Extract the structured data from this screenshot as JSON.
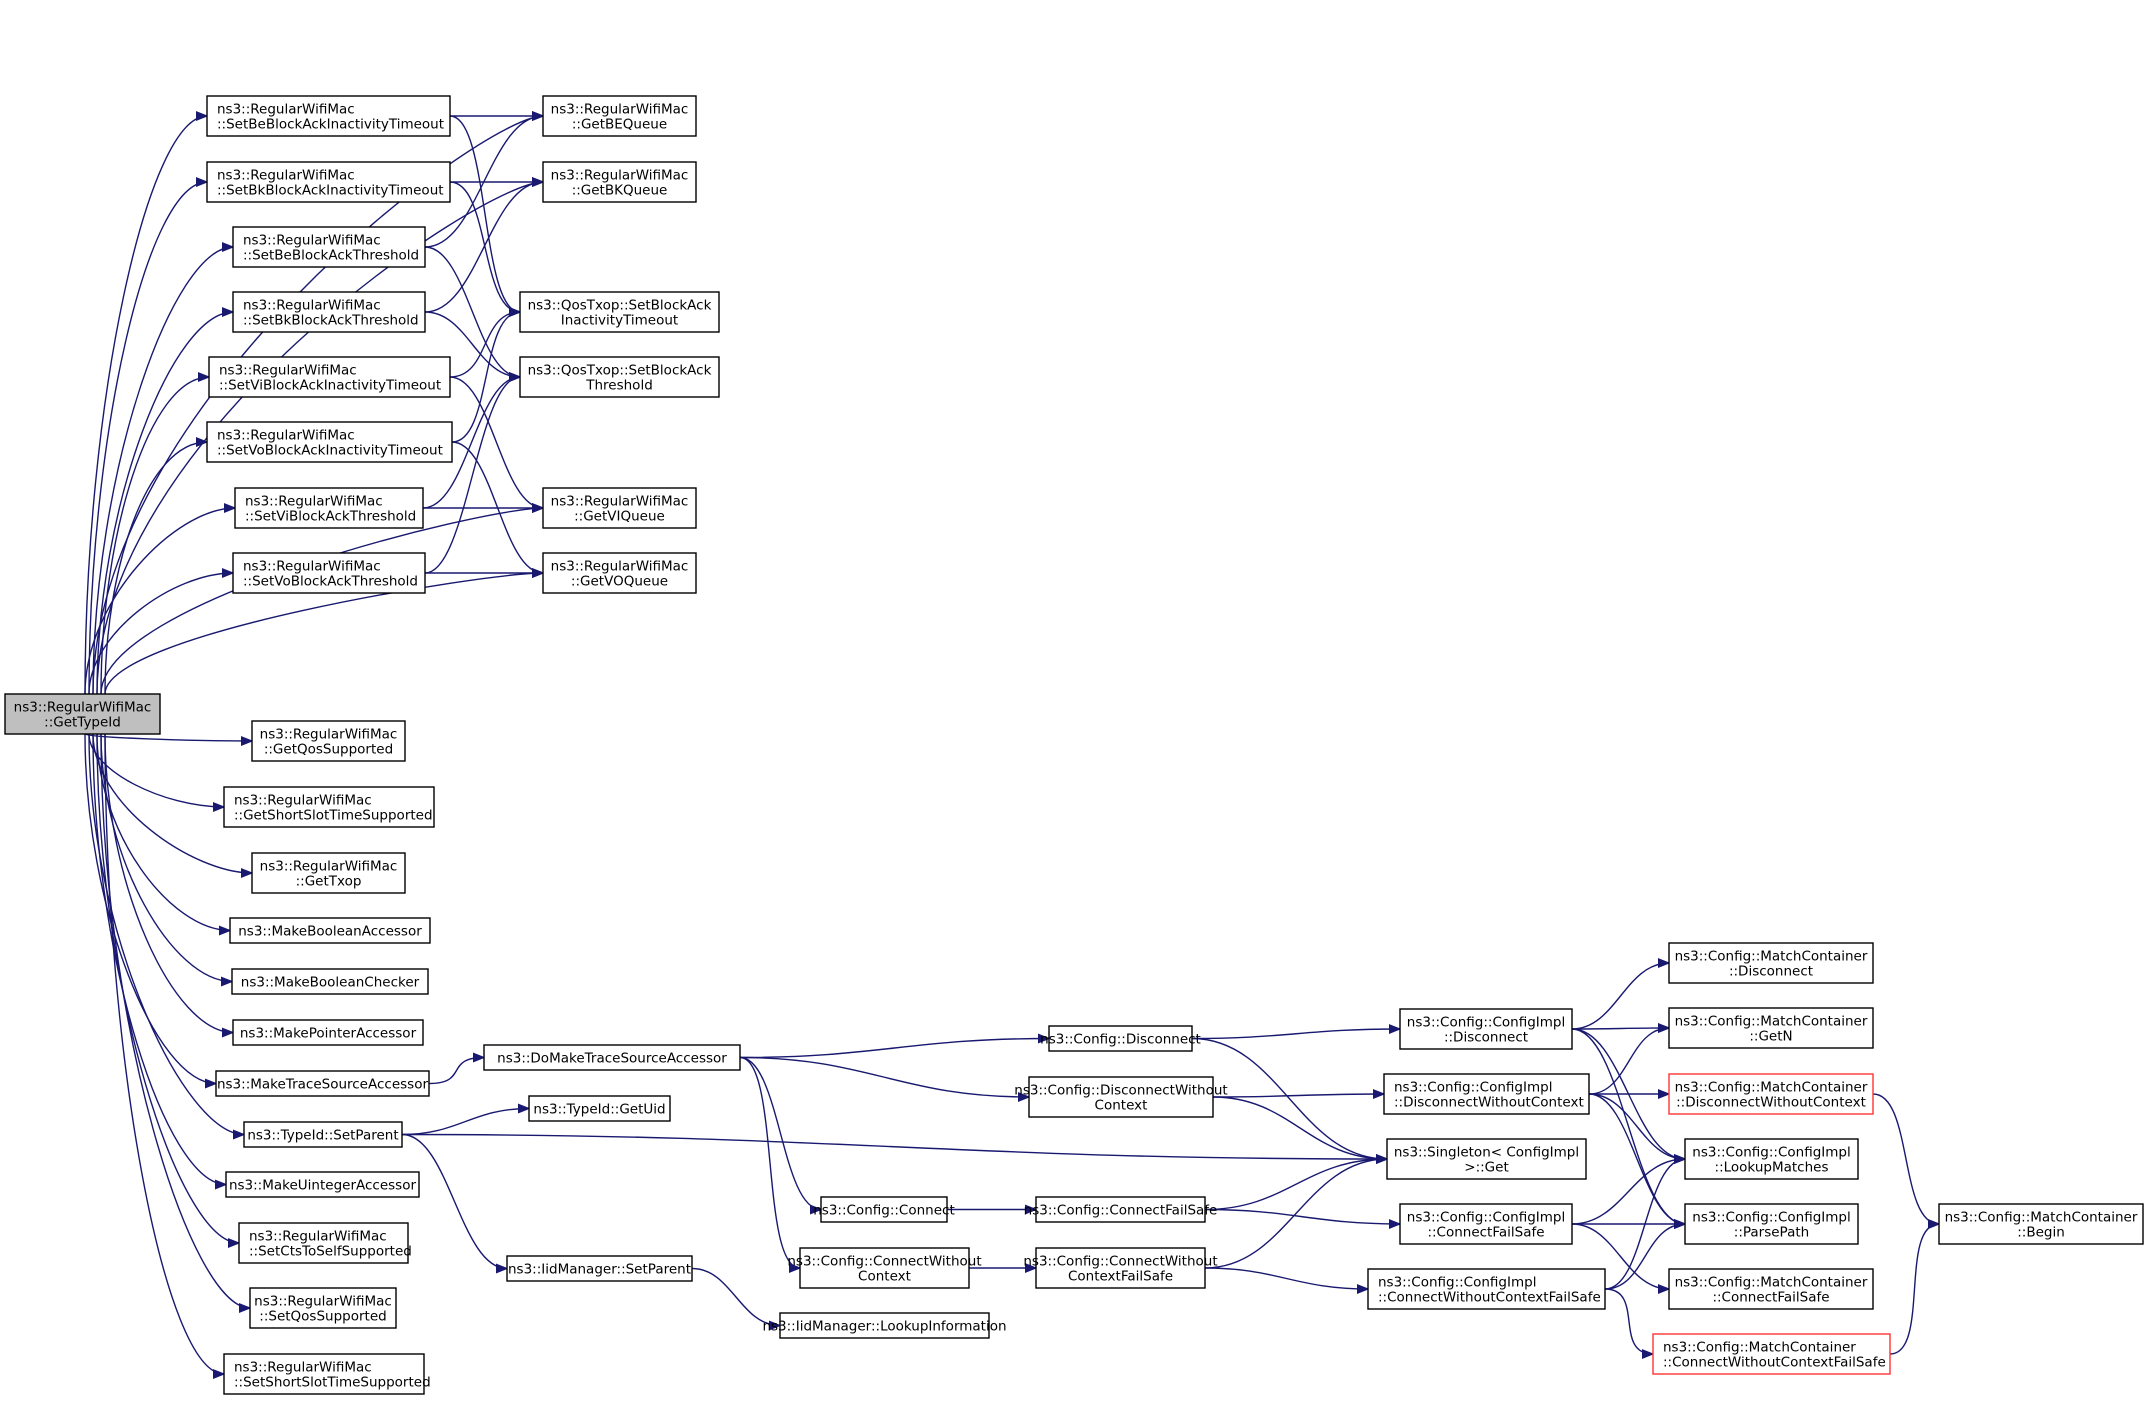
{
  "diagram": {
    "title": "ns3::RegularWifiMac::GetTypeId call graph",
    "colors": {
      "edge": "#191970",
      "root_fill": "#bfbfbf",
      "truncated_border": "#ff3333",
      "node_border": "#000000"
    },
    "nodes": [
      {
        "id": "root",
        "lines": [
          "ns3::RegularWifiMac",
          "::GetTypeId"
        ],
        "root": true,
        "align": "center"
      },
      {
        "id": "setBeInact",
        "lines": [
          "ns3::RegularWifiMac",
          "::SetBeBlockAckInactivityTimeout"
        ],
        "align": "left"
      },
      {
        "id": "setBkInact",
        "lines": [
          "ns3::RegularWifiMac",
          "::SetBkBlockAckInactivityTimeout"
        ],
        "align": "left"
      },
      {
        "id": "setBeThr",
        "lines": [
          "ns3::RegularWifiMac",
          "::SetBeBlockAckThreshold"
        ],
        "align": "left"
      },
      {
        "id": "setBkThr",
        "lines": [
          "ns3::RegularWifiMac",
          "::SetBkBlockAckThreshold"
        ],
        "align": "left"
      },
      {
        "id": "setViInact",
        "lines": [
          "ns3::RegularWifiMac",
          "::SetViBlockAckInactivityTimeout"
        ],
        "align": "left"
      },
      {
        "id": "setVoInact",
        "lines": [
          "ns3::RegularWifiMac",
          "::SetVoBlockAckInactivityTimeout"
        ],
        "align": "left"
      },
      {
        "id": "setViThr",
        "lines": [
          "ns3::RegularWifiMac",
          "::SetViBlockAckThreshold"
        ],
        "align": "left"
      },
      {
        "id": "setVoThr",
        "lines": [
          "ns3::RegularWifiMac",
          "::SetVoBlockAckThreshold"
        ],
        "align": "left"
      },
      {
        "id": "getBE",
        "lines": [
          "ns3::RegularWifiMac",
          "::GetBEQueue"
        ],
        "align": "center"
      },
      {
        "id": "getBK",
        "lines": [
          "ns3::RegularWifiMac",
          "::GetBKQueue"
        ],
        "align": "center"
      },
      {
        "id": "qosInact",
        "lines": [
          "ns3::QosTxop::SetBlockAck",
          "InactivityTimeout"
        ],
        "align": "center"
      },
      {
        "id": "qosThr",
        "lines": [
          "ns3::QosTxop::SetBlockAck",
          "Threshold"
        ],
        "align": "center"
      },
      {
        "id": "getVI",
        "lines": [
          "ns3::RegularWifiMac",
          "::GetVIQueue"
        ],
        "align": "center"
      },
      {
        "id": "getVO",
        "lines": [
          "ns3::RegularWifiMac",
          "::GetVOQueue"
        ],
        "align": "center"
      },
      {
        "id": "getQos",
        "lines": [
          "ns3::RegularWifiMac",
          "::GetQosSupported"
        ],
        "align": "center"
      },
      {
        "id": "getShort",
        "lines": [
          "ns3::RegularWifiMac",
          "::GetShortSlotTimeSupported"
        ],
        "align": "left"
      },
      {
        "id": "getTxop",
        "lines": [
          "ns3::RegularWifiMac",
          "::GetTxop"
        ],
        "align": "center"
      },
      {
        "id": "mkBoolAcc",
        "lines": [
          "ns3::MakeBooleanAccessor"
        ],
        "align": "center"
      },
      {
        "id": "mkBoolChk",
        "lines": [
          "ns3::MakeBooleanChecker"
        ],
        "align": "center"
      },
      {
        "id": "mkPtrAcc",
        "lines": [
          "ns3::MakePointerAccessor"
        ],
        "align": "center"
      },
      {
        "id": "mkTraceAcc",
        "lines": [
          "ns3::MakeTraceSourceAccessor"
        ],
        "align": "center"
      },
      {
        "id": "setParent",
        "lines": [
          "ns3::TypeId::SetParent"
        ],
        "align": "center"
      },
      {
        "id": "mkUintAcc",
        "lines": [
          "ns3::MakeUintegerAccessor"
        ],
        "align": "center"
      },
      {
        "id": "setCts",
        "lines": [
          "ns3::RegularWifiMac",
          "::SetCtsToSelfSupported"
        ],
        "align": "left"
      },
      {
        "id": "setQos",
        "lines": [
          "ns3::RegularWifiMac",
          "::SetQosSupported"
        ],
        "align": "center"
      },
      {
        "id": "setShort",
        "lines": [
          "ns3::RegularWifiMac",
          "::SetShortSlotTimeSupported"
        ],
        "align": "left"
      },
      {
        "id": "doMkTrace",
        "lines": [
          "ns3::DoMakeTraceSourceAccessor"
        ],
        "align": "center"
      },
      {
        "id": "getUid",
        "lines": [
          "ns3::TypeId::GetUid"
        ],
        "align": "center"
      },
      {
        "id": "iidSetParent",
        "lines": [
          "ns3::IidManager::SetParent"
        ],
        "align": "center"
      },
      {
        "id": "iidLookup",
        "lines": [
          "ns3::IidManager::LookupInformation"
        ],
        "align": "center"
      },
      {
        "id": "cfgDisconnect",
        "lines": [
          "ns3::Config::Disconnect"
        ],
        "align": "center"
      },
      {
        "id": "cfgDisWoCtx",
        "lines": [
          "ns3::Config::DisconnectWithout",
          "Context"
        ],
        "align": "center"
      },
      {
        "id": "cfgConnect",
        "lines": [
          "ns3::Config::Connect"
        ],
        "align": "center"
      },
      {
        "id": "cfgConnWoCtx",
        "lines": [
          "ns3::Config::ConnectWithout",
          "Context"
        ],
        "align": "center"
      },
      {
        "id": "cfgConnFS",
        "lines": [
          "ns3::Config::ConnectFailSafe"
        ],
        "align": "center"
      },
      {
        "id": "cfgConnWoCtxFS",
        "lines": [
          "ns3::Config::ConnectWithout",
          "ContextFailSafe"
        ],
        "align": "center"
      },
      {
        "id": "implDisconnect",
        "lines": [
          "ns3::Config::ConfigImpl",
          "::Disconnect"
        ],
        "align": "center"
      },
      {
        "id": "implDisWoCtx",
        "lines": [
          "ns3::Config::ConfigImpl",
          "::DisconnectWithoutContext"
        ],
        "align": "left"
      },
      {
        "id": "singletonGet",
        "lines": [
          "ns3::Singleton< ConfigImpl",
          ">::Get"
        ],
        "align": "center"
      },
      {
        "id": "implConnFS",
        "lines": [
          "ns3::Config::ConfigImpl",
          "::ConnectFailSafe"
        ],
        "align": "center"
      },
      {
        "id": "implConnWoCtxFS",
        "lines": [
          "ns3::Config::ConfigImpl",
          "::ConnectWithoutContextFailSafe"
        ],
        "align": "left"
      },
      {
        "id": "mcDisconnect",
        "lines": [
          "ns3::Config::MatchContainer",
          "::Disconnect"
        ],
        "align": "center"
      },
      {
        "id": "mcGetN",
        "lines": [
          "ns3::Config::MatchContainer",
          "::GetN"
        ],
        "align": "center"
      },
      {
        "id": "mcDisWoCtx",
        "lines": [
          "ns3::Config::MatchContainer",
          "::DisconnectWithoutContext"
        ],
        "align": "center",
        "red": true
      },
      {
        "id": "implLookup",
        "lines": [
          "ns3::Config::ConfigImpl",
          "::LookupMatches"
        ],
        "align": "center"
      },
      {
        "id": "implParse",
        "lines": [
          "ns3::Config::ConfigImpl",
          "::ParsePath"
        ],
        "align": "center"
      },
      {
        "id": "mcConnFS",
        "lines": [
          "ns3::Config::MatchContainer",
          "::ConnectFailSafe"
        ],
        "align": "center"
      },
      {
        "id": "mcConnWoCtxFS",
        "lines": [
          "ns3::Config::MatchContainer",
          "::ConnectWithoutContextFailSafe"
        ],
        "align": "left",
        "red": true
      },
      {
        "id": "mcBegin",
        "lines": [
          "ns3::Config::MatchContainer",
          "::Begin"
        ],
        "align": "center"
      }
    ],
    "edges": [
      [
        "root",
        "setBeInact"
      ],
      [
        "root",
        "setBkInact"
      ],
      [
        "root",
        "setBeThr"
      ],
      [
        "root",
        "setBkThr"
      ],
      [
        "root",
        "setViInact"
      ],
      [
        "root",
        "setVoInact"
      ],
      [
        "root",
        "setViThr"
      ],
      [
        "root",
        "setVoThr"
      ],
      [
        "root",
        "getBE"
      ],
      [
        "root",
        "getBK"
      ],
      [
        "root",
        "getVI"
      ],
      [
        "root",
        "getVO"
      ],
      [
        "root",
        "getQos"
      ],
      [
        "root",
        "getShort"
      ],
      [
        "root",
        "getTxop"
      ],
      [
        "root",
        "mkBoolAcc"
      ],
      [
        "root",
        "mkBoolChk"
      ],
      [
        "root",
        "mkPtrAcc"
      ],
      [
        "root",
        "mkTraceAcc"
      ],
      [
        "root",
        "setParent"
      ],
      [
        "root",
        "mkUintAcc"
      ],
      [
        "root",
        "setCts"
      ],
      [
        "root",
        "setQos"
      ],
      [
        "root",
        "setShort"
      ],
      [
        "setBeInact",
        "getBE"
      ],
      [
        "setBeInact",
        "qosInact"
      ],
      [
        "setBkInact",
        "getBK"
      ],
      [
        "setBkInact",
        "qosInact"
      ],
      [
        "setBeThr",
        "getBE"
      ],
      [
        "setBeThr",
        "qosThr"
      ],
      [
        "setBkThr",
        "getBK"
      ],
      [
        "setBkThr",
        "qosThr"
      ],
      [
        "setViInact",
        "qosInact"
      ],
      [
        "setViInact",
        "getVI"
      ],
      [
        "setVoInact",
        "qosInact"
      ],
      [
        "setVoInact",
        "getVO"
      ],
      [
        "setViThr",
        "qosThr"
      ],
      [
        "setViThr",
        "getVI"
      ],
      [
        "setVoThr",
        "qosThr"
      ],
      [
        "setVoThr",
        "getVO"
      ],
      [
        "mkTraceAcc",
        "doMkTrace"
      ],
      [
        "setParent",
        "getUid"
      ],
      [
        "setParent",
        "singletonGet"
      ],
      [
        "setParent",
        "iidSetParent"
      ],
      [
        "iidSetParent",
        "iidLookup"
      ],
      [
        "doMkTrace",
        "cfgDisconnect"
      ],
      [
        "doMkTrace",
        "cfgDisWoCtx"
      ],
      [
        "doMkTrace",
        "cfgConnect"
      ],
      [
        "doMkTrace",
        "cfgConnWoCtx"
      ],
      [
        "cfgDisconnect",
        "implDisconnect"
      ],
      [
        "cfgDisconnect",
        "singletonGet"
      ],
      [
        "cfgDisWoCtx",
        "implDisWoCtx"
      ],
      [
        "cfgDisWoCtx",
        "singletonGet"
      ],
      [
        "cfgConnect",
        "cfgConnFS"
      ],
      [
        "cfgConnFS",
        "singletonGet"
      ],
      [
        "cfgConnFS",
        "implConnFS"
      ],
      [
        "cfgConnWoCtx",
        "cfgConnWoCtxFS"
      ],
      [
        "cfgConnWoCtxFS",
        "singletonGet"
      ],
      [
        "cfgConnWoCtxFS",
        "implConnWoCtxFS"
      ],
      [
        "implDisconnect",
        "mcDisconnect"
      ],
      [
        "implDisconnect",
        "mcGetN"
      ],
      [
        "implDisconnect",
        "implLookup"
      ],
      [
        "implDisconnect",
        "implParse"
      ],
      [
        "implDisWoCtx",
        "mcGetN"
      ],
      [
        "implDisWoCtx",
        "mcDisWoCtx"
      ],
      [
        "implDisWoCtx",
        "implLookup"
      ],
      [
        "implDisWoCtx",
        "implParse"
      ],
      [
        "implConnFS",
        "implLookup"
      ],
      [
        "implConnFS",
        "implParse"
      ],
      [
        "implConnFS",
        "mcConnFS"
      ],
      [
        "implConnWoCtxFS",
        "implLookup"
      ],
      [
        "implConnWoCtxFS",
        "implParse"
      ],
      [
        "implConnWoCtxFS",
        "mcConnWoCtxFS"
      ],
      [
        "mcDisWoCtx",
        "mcBegin"
      ],
      [
        "mcConnWoCtxFS",
        "mcBegin"
      ]
    ]
  }
}
